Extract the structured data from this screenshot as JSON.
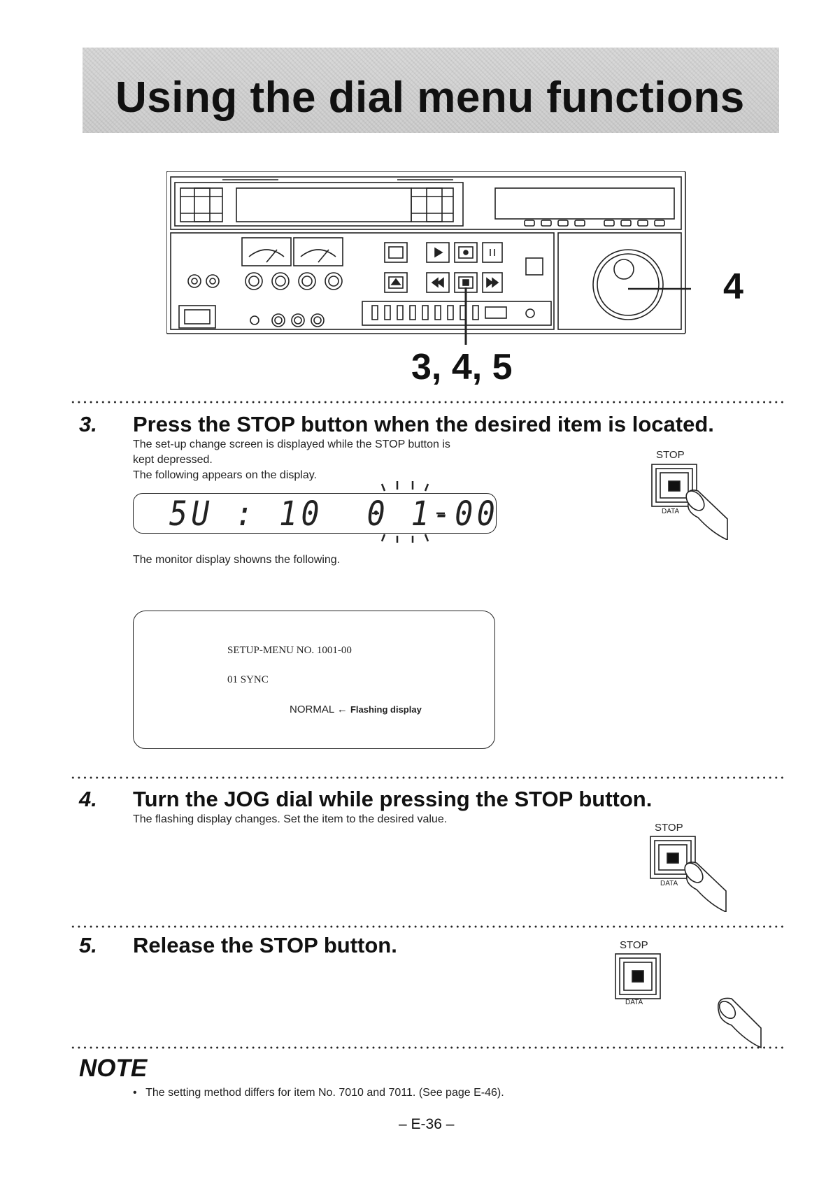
{
  "page_title": "Using the dial menu functions",
  "callouts": {
    "right": "4",
    "bottom": "3, 4, 5"
  },
  "step3": {
    "number": "3.",
    "heading": "Press the STOP button when the desired item is located.",
    "body_line1": "The set-up change screen is displayed while the STOP button is",
    "body_line2": "kept depressed.",
    "body_line3": "The following appears on the display.",
    "lcd_text": "5U : 10  0 1-00",
    "monitor_intro": "The monitor display showns the following.",
    "monitor": {
      "line1": "SETUP-MENU   NO. 1001-00",
      "line2": "01 SYNC",
      "line3_value": "NORMAL",
      "line3_arrow": "←",
      "line3_note": "Flashing display"
    },
    "button": {
      "label": "STOP",
      "sublabel": "DATA"
    }
  },
  "step4": {
    "number": "4.",
    "heading": "Turn the JOG dial while pressing the STOP button.",
    "body": "The flashing display changes. Set the item to the desired value.",
    "button": {
      "label": "STOP",
      "sublabel": "DATA"
    }
  },
  "step5": {
    "number": "5.",
    "heading": "Release the STOP button.",
    "button": {
      "label": "STOP",
      "sublabel": "DATA"
    }
  },
  "note": {
    "title": "NOTE",
    "bullet": "•",
    "text": "The setting method differs for item No. 7010 and 7011. (See page E-46)."
  },
  "page_number": "– E-36 –"
}
